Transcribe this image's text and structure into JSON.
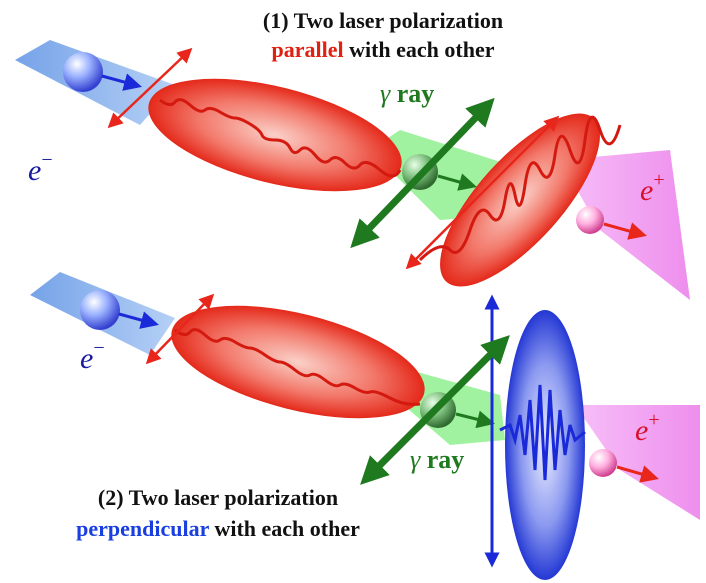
{
  "panel_1": {
    "title_line_1": "(1) Two laser polarization",
    "title_keyword": "parallel",
    "title_rest": " with each other",
    "electron_label": "e",
    "electron_sign": "−",
    "positron_label": "e",
    "positron_sign": "+",
    "gamma_symbol": "γ",
    "gamma_word": " ray"
  },
  "panel_2": {
    "title_line_1": "(2) Two laser polarization",
    "title_keyword": "perpendicular",
    "title_rest": " with each other",
    "electron_label": "e",
    "electron_sign": "−",
    "positron_label": "e",
    "positron_sign": "+",
    "gamma_symbol": "γ",
    "gamma_word": " ray"
  },
  "colors": {
    "electron_beam": "#6fa3e8",
    "gamma_beam": "#8ff08f",
    "positron_beam": "#f08ff0",
    "laser_red": "#e8261b",
    "laser_blue": "#2a3fd8",
    "polarization_green": "#1f7a1f",
    "title_parallel": "#e02010",
    "title_perpendicular": "#1a3fe0",
    "label_blue": "#1a1aa0",
    "label_red": "#d8102a",
    "label_green": "#1f7a1f"
  },
  "icons": {
    "electron": "blue-sphere-icon",
    "photon": "green-sphere-icon",
    "positron": "pink-sphere-icon"
  }
}
